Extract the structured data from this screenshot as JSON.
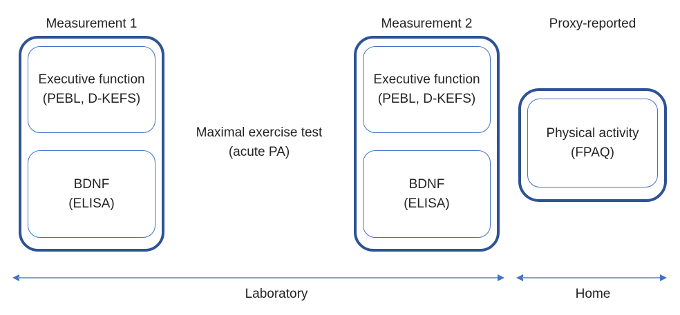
{
  "palette": {
    "outer_border": "#2E5395",
    "inner_border": "#4472C4",
    "arrow_line": "#7F9FDB",
    "arrow_head": "#4472C4",
    "text": "#232323"
  },
  "columns": {
    "measurement1": {
      "heading": "Measurement 1",
      "executive_function": {
        "line1": "Executive function",
        "line2": "(PEBL, D-KEFS)"
      },
      "bdnf": {
        "line1": "BDNF",
        "line2": "(ELISA)"
      }
    },
    "measurement2": {
      "heading": "Measurement 2",
      "executive_function": {
        "line1": "Executive function",
        "line2": "(PEBL, D-KEFS)"
      },
      "bdnf": {
        "line1": "BDNF",
        "line2": "(ELISA)"
      }
    },
    "proxy": {
      "heading": "Proxy-reported",
      "physical_activity": {
        "line1": "Physical activity",
        "line2": "(FPAQ)"
      }
    }
  },
  "middle_note": {
    "line1": "Maximal exercise test",
    "line2": "(acute PA)"
  },
  "axis": {
    "laboratory_label": "Laboratory",
    "home_label": "Home"
  }
}
